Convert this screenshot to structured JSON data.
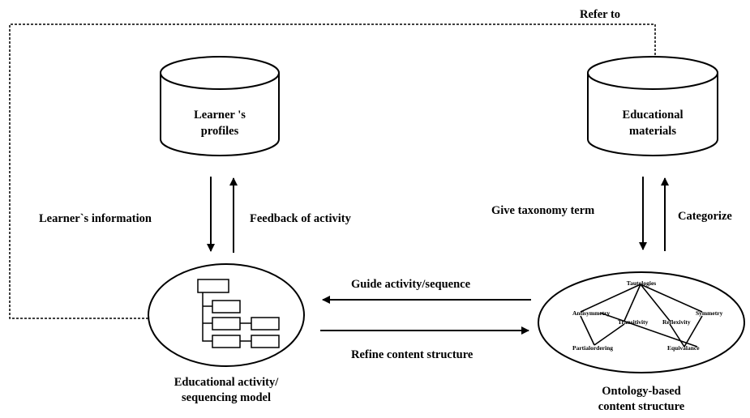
{
  "databases": {
    "learner_profiles": {
      "line1": "Learner 's",
      "line2": "profiles"
    },
    "educational_materials": {
      "line1": "Educational",
      "line2": "materials"
    }
  },
  "models": {
    "activity_model": {
      "line1": "Educational activity/",
      "line2": "sequencing model"
    },
    "ontology_structure": {
      "line1": "Ontology-based",
      "line2": "content structure"
    }
  },
  "edges": {
    "refer_to": "Refer to",
    "learner_information": "Learner`s information",
    "feedback_of_activity": "Feedback of activity",
    "give_taxonomy_term": "Give taxonomy term",
    "categorize": "Categorize",
    "guide_activity": "Guide activity/sequence",
    "refine_content": "Refine content structure"
  },
  "ontology_terms": {
    "tautologies": "Tautologies",
    "antisymmetry": "Antisymmetry",
    "transitivity": "Transitivity",
    "reflexivity": "Reflexivity",
    "symmetry": "Symmetry",
    "partialordering": "Partialordering",
    "equivalence": "Equivalance"
  }
}
